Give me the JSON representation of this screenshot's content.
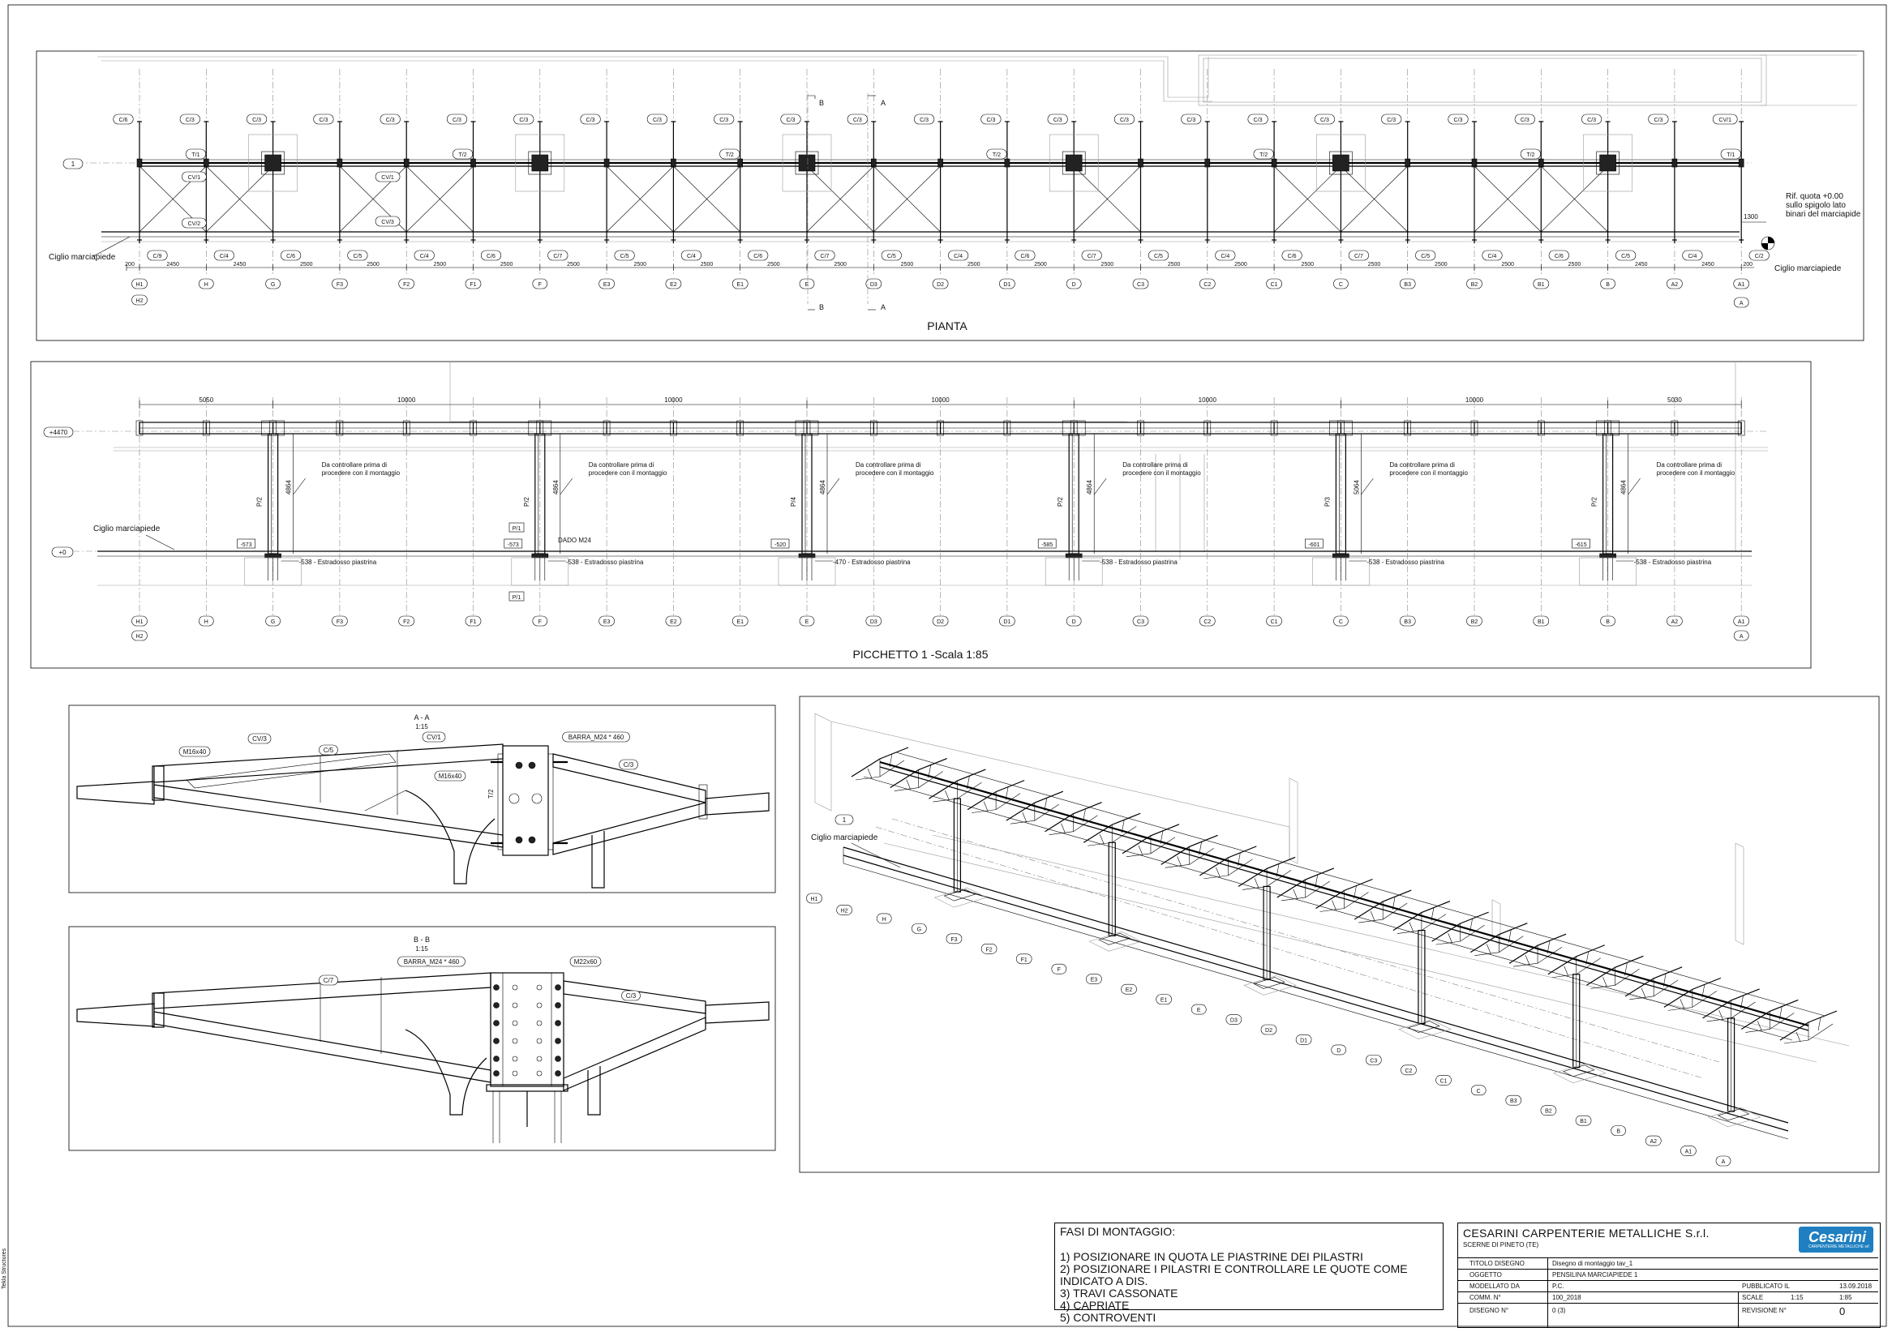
{
  "views": {
    "plan_title": "PIANTA",
    "elevation_title": "PICCHETTO 1 -Scala 1:85",
    "section_aa_title": "A - A",
    "section_aa_scale": "1:15",
    "section_bb_title": "B - B",
    "section_bb_scale": "1:15"
  },
  "plan": {
    "row_label": "1",
    "curb_label_left": "Ciglio marciapiede",
    "curb_label_right": "Ciglio marciapiede",
    "ref_note": [
      "Rif. quota +0.00",
      "sullo spigolo lato",
      "binari del marciapide"
    ],
    "dim_1300": "1300",
    "section_marks": [
      "B",
      "A",
      "B",
      "A"
    ],
    "grid_labels": [
      "H1",
      "H",
      "G",
      "F3",
      "F2",
      "F1",
      "F",
      "E3",
      "E2",
      "E1",
      "E",
      "D3",
      "D2",
      "D1",
      "D",
      "C3",
      "C2",
      "C1",
      "C",
      "B3",
      "B2",
      "B1",
      "B",
      "A2",
      "A1"
    ],
    "grid_extra_left": "H2",
    "grid_extra_right": "A",
    "bottom_dims": [
      "200",
      "2450",
      "2450",
      "2500",
      "2500",
      "2500",
      "2500",
      "2500",
      "2500",
      "2500",
      "2500",
      "2500",
      "2500",
      "2500",
      "2500",
      "2500",
      "2500",
      "2500",
      "2500",
      "2500",
      "2500",
      "2500",
      "2500",
      "2450",
      "2450",
      "200"
    ],
    "top_tags": [
      "C/6",
      "C/3",
      "C/3",
      "C/3",
      "C/3",
      "C/3",
      "C/3",
      "C/3",
      "C/3",
      "C/3",
      "C/3",
      "C/3",
      "C/3",
      "C/3",
      "C/3",
      "C/3",
      "C/3",
      "C/3",
      "C/3",
      "C/3",
      "C/3",
      "C/3",
      "C/3",
      "C/3",
      "CV/1"
    ],
    "bottom_tags": [
      "C/9",
      "C/4",
      "C/6",
      "C/5",
      "C/4",
      "C/6",
      "C/7",
      "C/5",
      "C/4",
      "C/6",
      "C/7",
      "C/5",
      "C/4",
      "C/6",
      "C/7",
      "C/5",
      "C/4",
      "C/6",
      "C/7",
      "C/5",
      "C/4",
      "C/6",
      "C/5",
      "C/4",
      "C/2"
    ],
    "beam_tags": [
      "T/1",
      "T/2",
      "T/2",
      "T/2",
      "T/2",
      "T/2",
      "T/1"
    ],
    "brace_tags": [
      "CV/1",
      "CV/2",
      "CV/1",
      "CV/3"
    ]
  },
  "elevation": {
    "top_dims": [
      "5050",
      "10000",
      "10000",
      "10000",
      "10000",
      "10000",
      "5030"
    ],
    "level_top": "+4470",
    "level_zero": "+0",
    "curb_label": "Ciglio marciapiede",
    "check_note_1": "Da controllare prima di",
    "check_note_2": "procedere con il montaggio",
    "columns": [
      {
        "tag": "P/2",
        "height": "4864",
        "offset": "-573",
        "plate": "-538 - Estradosso piastrina"
      },
      {
        "tag": "P/2",
        "height": "4864",
        "offset": "-573",
        "plate": "-538 - Estradosso piastrina"
      },
      {
        "tag": "P/4",
        "height": "4864",
        "offset": "-520",
        "plate": "-470 - Estradosso piastrina"
      },
      {
        "tag": "P/2",
        "height": "4864",
        "offset": "-585",
        "plate": "-538 - Estradosso piastrina"
      },
      {
        "tag": "P/3",
        "height": "5064",
        "offset": "-601",
        "plate": "-538 - Estradosso piastrina"
      },
      {
        "tag": "P/2",
        "height": "4864",
        "offset": "-615",
        "plate": "-538 - Estradosso piastrina"
      }
    ],
    "plate_tag_top": "P/1",
    "plate_tag_bottom": "P/1",
    "nut_label": "DADO M24"
  },
  "section_aa": {
    "labels": [
      "M16x40",
      "CV/3",
      "C/5",
      "CV/1",
      "M16x40",
      "T/2",
      "BARRA_M24 * 460",
      "C/3"
    ]
  },
  "section_bb": {
    "labels": [
      "BARRA_M24 * 460",
      "M22x60",
      "C/7",
      "C/3"
    ]
  },
  "iso": {
    "row_label": "1",
    "curb_label": "Ciglio marciapiede",
    "grid_labels": [
      "H1",
      "H2",
      "H",
      "G",
      "F3",
      "F2",
      "F1",
      "F",
      "E3",
      "E2",
      "E1",
      "E",
      "D3",
      "D2",
      "D1",
      "D",
      "C3",
      "C2",
      "C1",
      "C",
      "B3",
      "B2",
      "B1",
      "B",
      "A2",
      "A1",
      "A"
    ]
  },
  "phases": {
    "title": "FASI DI MONTAGGIO:",
    "steps": [
      "1) POSIZIONARE IN QUOTA LE PIASTRINE DEI PILASTRI",
      "2) POSIZIONARE I PILASTRI E CONTROLLARE LE QUOTE COME INDICATO A DIS.",
      "3) TRAVI CASSONATE",
      "4) CAPRIATE",
      "5) CONTROVENTI"
    ]
  },
  "titleblock": {
    "company": "CESARINI CARPENTERIE METALLICHE S.r.l.",
    "place": "SCERNE DI PINETO (TE)",
    "logo": "Cesarini",
    "logo_tag": "CARPENTERIE METALLICHE srl",
    "rows": [
      {
        "label": "TITOLO DISEGNO",
        "value": "Disegno di montaggio tav_1"
      },
      {
        "label": "OGGETTO",
        "value": "PENSILINA MARCIAPIEDE 1"
      },
      {
        "label": "MODELLATO DA",
        "value": "P.C.",
        "label2": "PUBBLICATO IL",
        "value2": "13.09.2018"
      },
      {
        "label": "COMM. N°",
        "value": "100_2018",
        "label2": "SCALE",
        "value2": "1:15",
        "value3": "1:85"
      },
      {
        "label": "DISEGNO N°",
        "value": "0 (3)",
        "label2": "REVISIONE N°",
        "value2": "0"
      }
    ]
  },
  "side_note": "Tekla Structures"
}
